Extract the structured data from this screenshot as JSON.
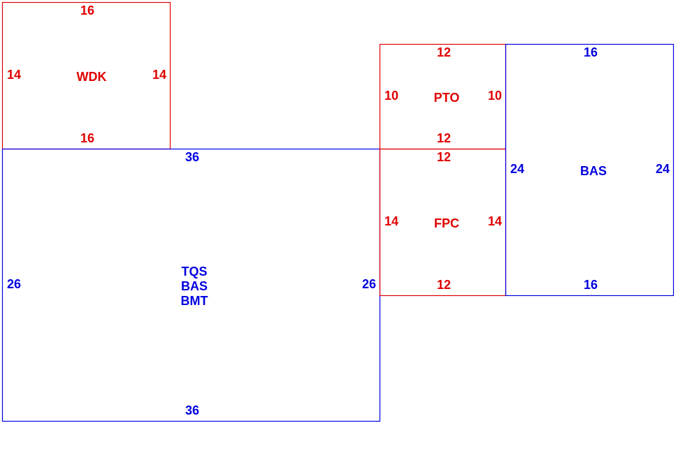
{
  "colors": {
    "red": "#e00000",
    "blue": "#0000e0"
  },
  "rooms": [
    {
      "id": "wdk",
      "labels": [
        "WDK"
      ],
      "color": "red",
      "top": "16",
      "bottom": "16",
      "left": "14",
      "right": "14"
    },
    {
      "id": "tqs",
      "labels": [
        "TQS",
        "BAS",
        "BMT"
      ],
      "color": "blue",
      "top": "36",
      "bottom": "36",
      "left": "26",
      "right": "26"
    },
    {
      "id": "pto",
      "labels": [
        "PTO"
      ],
      "color": "red",
      "top": "12",
      "bottom": "12",
      "left": "10",
      "right": "10"
    },
    {
      "id": "fpc",
      "labels": [
        "FPC"
      ],
      "color": "red",
      "top": "12",
      "bottom": "12",
      "left": "14",
      "right": "14"
    },
    {
      "id": "bas",
      "labels": [
        "BAS"
      ],
      "color": "blue",
      "top": "16",
      "bottom": "16",
      "left": "24",
      "right": "24"
    }
  ]
}
